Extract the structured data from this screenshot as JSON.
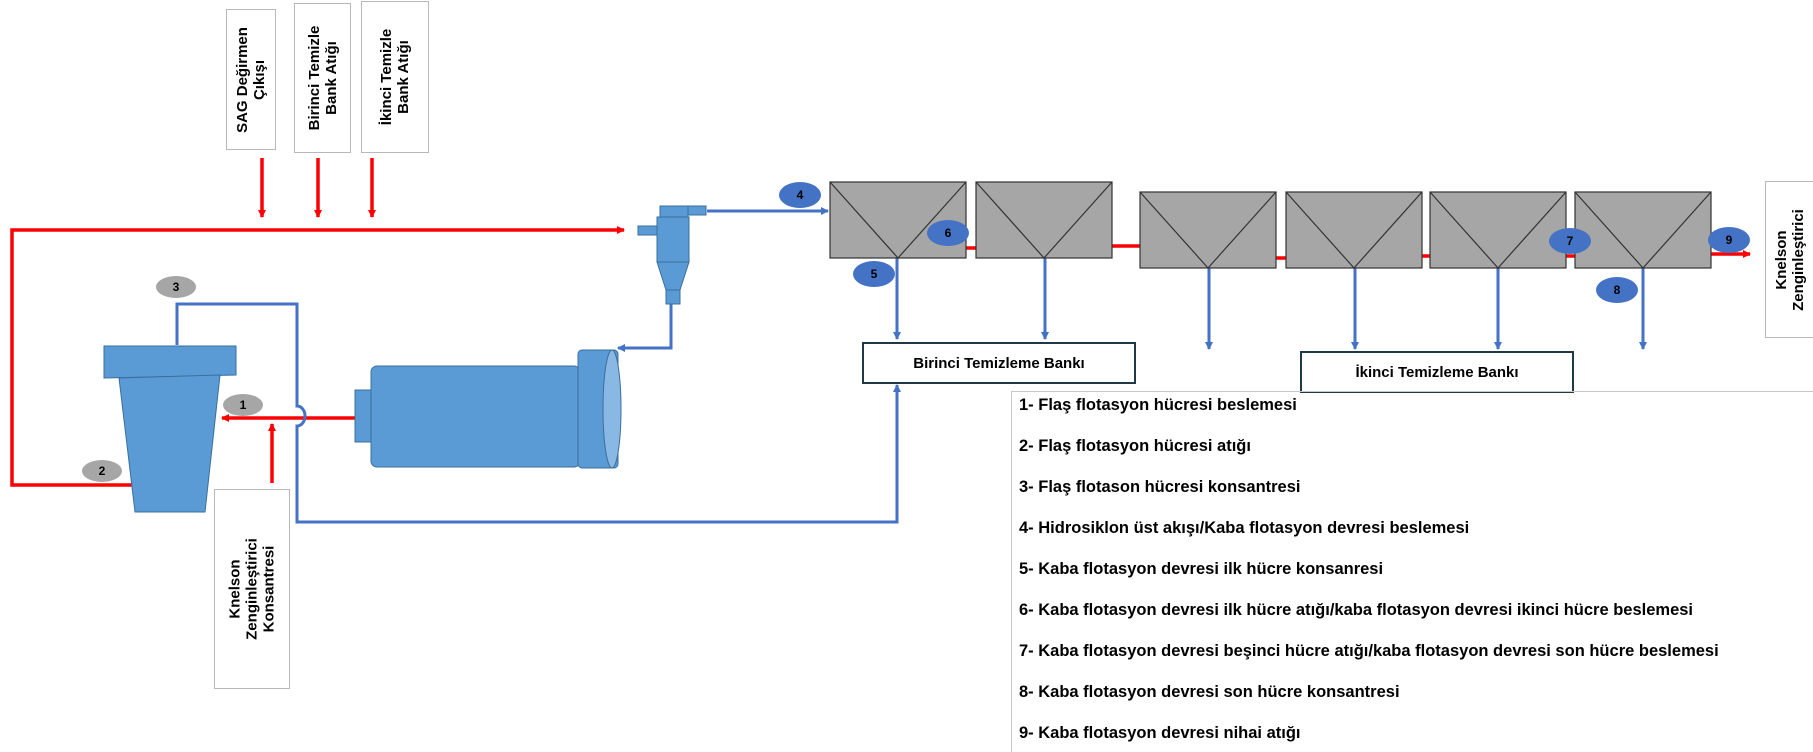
{
  "inputs": {
    "sag": "SAG Değirmen\nÇıkışı",
    "bank1_tail": "Birinci Temizle\nBank Atığı",
    "bank2_tail": "İkinci Temizle\nBank Atığı",
    "knelson_conc": "Knelson\nZenginleştirici\nKonsantresi",
    "knelson_out": "Knelson\nZenginleştirici"
  },
  "banks": {
    "first": "Birinci Temizleme Bankı",
    "second": "İkinci Temizleme Bankı"
  },
  "stream_numbers": [
    "1",
    "2",
    "3",
    "4",
    "5",
    "6",
    "7",
    "8",
    "9"
  ],
  "legend": [
    "1- Flaş flotasyon hücresi beslemesi",
    "2- Flaş flotasyon hücresi atığı",
    "3- Flaş flotason hücresi konsantresi",
    "4- Hidrosiklon üst akışı/Kaba flotasyon devresi beslemesi",
    "5- Kaba flotasyon devresi ilk hücre konsanresi",
    "6- Kaba flotasyon devresi ilk hücre atığı/kaba flotasyon devresi ikinci hücre beslemesi",
    "7- Kaba flotasyon devresi beşinci hücre atığı/kaba flotasyon devresi son hücre beslemesi",
    "8- Kaba flotasyon devresi son hücre konsantresi",
    "9- Kaba flotasyon devresi nihai atığı"
  ],
  "colors": {
    "red_stream": "#ff0000",
    "blue_stream": "#4472c4",
    "equipment": "#5b9bd5",
    "cell": "#a6a6a6",
    "label_dark": "#4472c4",
    "label_grey": "#a6a6a6"
  }
}
